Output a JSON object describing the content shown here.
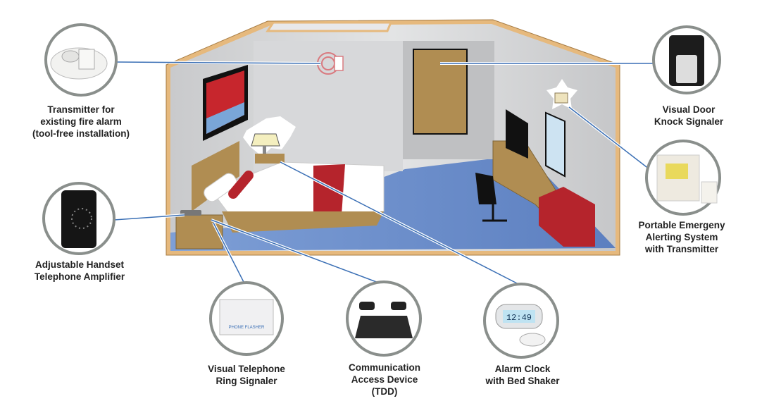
{
  "devices": {
    "fire_alarm": {
      "lines": [
        "Transmitter for",
        "existing fire alarm",
        "(tool-free installation)"
      ]
    },
    "door_knock": {
      "lines": [
        "Visual Door",
        "Knock Signaler"
      ]
    },
    "emergency_alert": {
      "lines": [
        "Portable Emergeny",
        "Alerting System",
        "with Transmitter"
      ]
    },
    "handset_amp": {
      "lines": [
        "Adjustable Handset",
        "Telephone Amplifier"
      ]
    },
    "phone_signaler": {
      "lines": [
        "Visual Telephone",
        "Ring Signaler"
      ]
    },
    "tdd": {
      "lines": [
        "Communication",
        "Access Device",
        "(TDD)"
      ]
    },
    "alarm_clock": {
      "lines": [
        "Alarm Clock",
        "with Bed Shaker"
      ]
    }
  },
  "device_texts": {
    "phone_flasher": "PHONE FLASHER",
    "clock_time": "12:49"
  },
  "colors": {
    "wall": "#d4d5d7",
    "floor": "#6d8fcb",
    "trim": "#e6b97d",
    "wood": "#b08d52",
    "red": "#b5242c",
    "connector": "#3a6fb5",
    "ring": "#8a8f8c"
  }
}
